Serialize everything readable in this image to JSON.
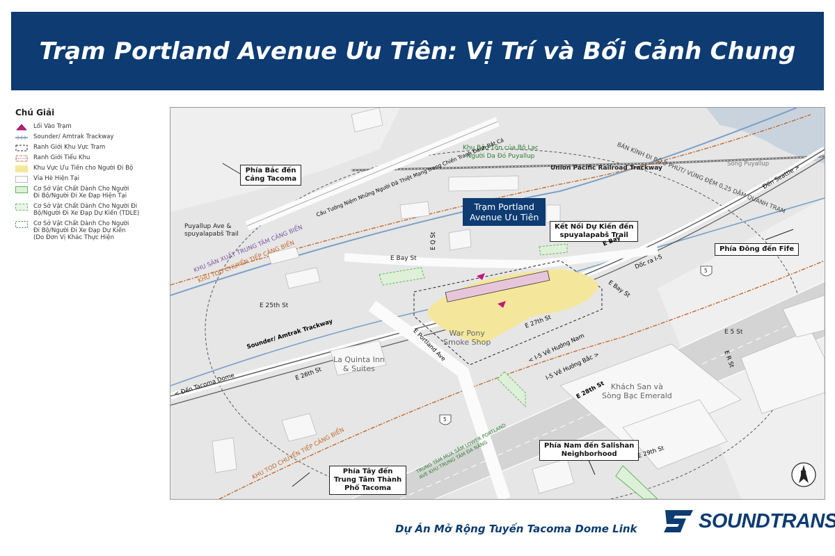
{
  "title": "Trạm Portland Avenue Ưu Tiên: Vị Trí và Bối Cảnh Chung",
  "legend": {
    "title": "Chú Giải",
    "items": [
      {
        "label": "Lối Vào Trạm",
        "icon": "entrance-triangle-icon"
      },
      {
        "label": "Sounder/ Amtrak Trackway",
        "icon": "trackway-line-icon"
      },
      {
        "label": "Ranh Giới Khu Vực Trạm",
        "icon": "station-boundary-icon"
      },
      {
        "label": "Ranh Giới Tiểu Khu",
        "icon": "subarea-boundary-icon"
      },
      {
        "label": "Khu Vực Ưu Tiên cho Người Đi Bộ",
        "icon": "pedestrian-zone-swatch"
      },
      {
        "label": "Vỉa Hè Hiện Tại",
        "icon": "sidewalk-swatch"
      },
      {
        "label": "Cơ Sở Vật Chất Dành Cho Người\nĐi Bộ/Người Đi Xe Đạp Hiện Tại",
        "icon": "existing-facility-swatch"
      },
      {
        "label": "Cơ Sở Vật Chất Dành Cho Người Đi\nBộ/Người Đi Xe Đạp Dự Kiến (TDLE)",
        "icon": "planned-tdle-swatch"
      },
      {
        "label": "Cơ Sở Vật Chất Dành Cho Người\nĐi Bộ/Người Đi Xe Đạp Dự Kiến\n(Do Đơn Vị Khác Thực Hiện",
        "icon": "planned-other-swatch"
      }
    ]
  },
  "colors": {
    "header": "#0d3b72",
    "pedestrian_zone": "#f4e79b",
    "entrance": "#c2187a",
    "facility_green": "#5cb85c",
    "tod_orange": "#c26a2a",
    "map_background": "#e6e6e6"
  },
  "map": {
    "station_label": "Trạm Portland\nAvenue Ưu Tiên",
    "callouts": {
      "north": "Phía Bắc đến\nCảng Tacoma",
      "east": "Phía Đông đến Fife",
      "south": "Phía Nam đến Salishan\nNeighborhood",
      "west": "Phía Tây đến\nTrung Tâm Thành\nPhố Tacoma",
      "connection": "Kết Nối Dự Kiến đến\nspuyalapabš Trail"
    },
    "trail_label": "Puyallup Ave &\nspuyalapabš Trail",
    "places": {
      "reservation": "Khu Bảo Tồn của Bộ Lạc\nNgười Da Đỏ Puyallup",
      "war_pony": "War Pony\nSmoke Shop",
      "la_quinta": "La Quinta Inn\n& Suites",
      "emerald": "Khách San và\nSòng Bạc Emerald",
      "river": "Sông Puyallup"
    },
    "lines": {
      "union_pacific": "Union Pacific Railroad Trackway",
      "sounder": "Sounder/ Amtrak Trackway",
      "to_tacoma_dome": "< Đến Tacoma Dome",
      "to_seattle": "Đến Seattle >",
      "memorial_bridge": "Cầu Tưởng Niệm Những Người Đã Thiệt Mạng trong Chiến Tranh Đánh Bắt Cá",
      "industrial_zone": "KHU SẢN XUẤT TRUNG TÂM CẢNG BIỂN",
      "tod_north": "KHU TOD CHUYỂN TIẾP CẢNG BIỂN",
      "tod_south": "KHU TOD CHUYỂN TIẾP CẢNG BIỂN",
      "walk_radius": "BÁN KÍNH ĐI BỘ 5 PHÚT/ VÙNG ĐỆM 0,25 DẶM QUANH TRẠM",
      "mall_zone": "TRUNG TÂM MUA SẮM LOWER PORTLAND\nAVE KHU TRUNG TÂM ĐA NĂNG"
    },
    "streets": {
      "e_bay_st_1": "E Bay St",
      "e_bay_st_2": "E Bay St",
      "e_bay_st_3": "E Bay",
      "e_25th": "E 25th St",
      "e_26th": "E 26th St",
      "e_27th": "E 27th St",
      "e_28th": "E 28th St",
      "e_29th": "E 29th St",
      "e_q": "E Q St",
      "e_5": "E 5 St",
      "e_r": "E R St",
      "portland_ave": "E Portland Ave",
      "ramp": "Dốc ra I-5",
      "i5_south": "< I-5 Về Hướng Nam",
      "i5_north": "I-5 Về Hướng Bắc >"
    },
    "shields": [
      "5",
      "5"
    ],
    "north_arrow": "N"
  },
  "footer": {
    "project": "Dự Án Mở Rộng Tuyến Tacoma Dome Link",
    "logo": "SOUNDTRANSIT"
  }
}
